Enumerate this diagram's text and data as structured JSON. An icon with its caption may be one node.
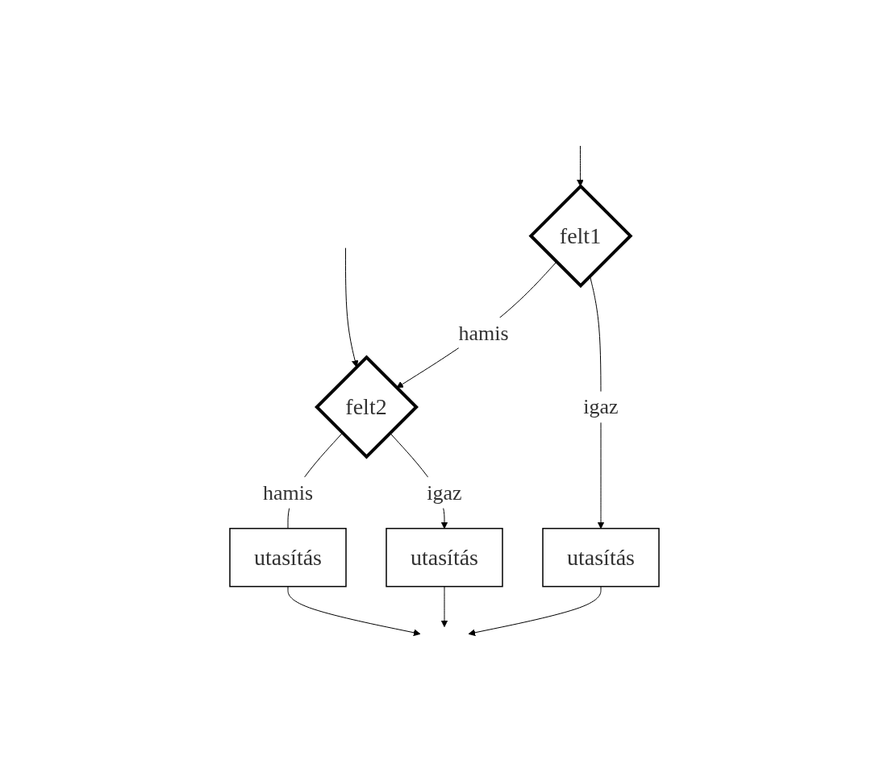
{
  "diagram": {
    "nodes": [
      {
        "text": [
          "felt1"
        ]
      },
      {
        "text": [
          "felt2"
        ]
      },
      {
        "text": [
          "utasítás"
        ]
      },
      {
        "text": [
          "utasítás"
        ]
      },
      {
        "text": [
          "utasítás"
        ]
      }
    ],
    "edges": [
      {
        "from": null,
        "to": 0,
        "arrow": "to"
      },
      {
        "from": null,
        "to": 1,
        "arrow": "to"
      },
      {
        "from": 0,
        "to": 1,
        "label": "hamis",
        "arrow": "to"
      },
      {
        "from": 1,
        "to": 2,
        "label": "hamis",
        "arrow": "none"
      },
      {
        "from": 1,
        "to": 3,
        "label": "igaz",
        "arrow": "to"
      },
      {
        "from": 0,
        "to": 4,
        "label": "igaz",
        "arrow": "to"
      },
      {
        "from": 2,
        "to": null,
        "arrow": "to"
      },
      {
        "from": 3,
        "to": null,
        "arrow": "to"
      },
      {
        "from": 4,
        "to": null,
        "arrow": "to"
      }
    ]
  }
}
